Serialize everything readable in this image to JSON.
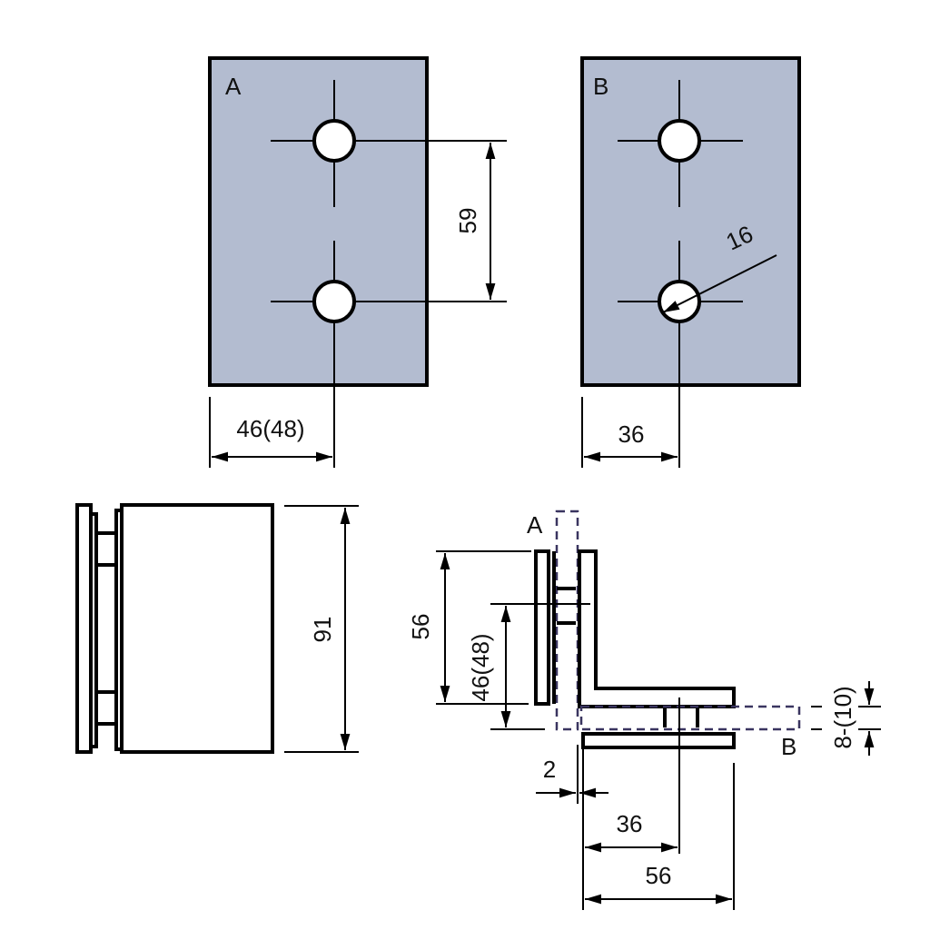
{
  "colors": {
    "plate_fill": "#b3bcd0",
    "line": "#000000",
    "hidden_line": "#3a3560"
  },
  "plate_a": {
    "label": "A",
    "hole_spacing": "59",
    "hole_offset": "46(48)"
  },
  "plate_b": {
    "label": "B",
    "hole_diameter": "16",
    "hole_offset": "36"
  },
  "side_view": {
    "height": "91"
  },
  "section_view": {
    "label_a": "A",
    "label_b": "B",
    "height": "56",
    "hole_height": "46(48)",
    "glass_thickness": "8-(10)",
    "gap": "2",
    "hole_offset": "36",
    "width": "56"
  }
}
